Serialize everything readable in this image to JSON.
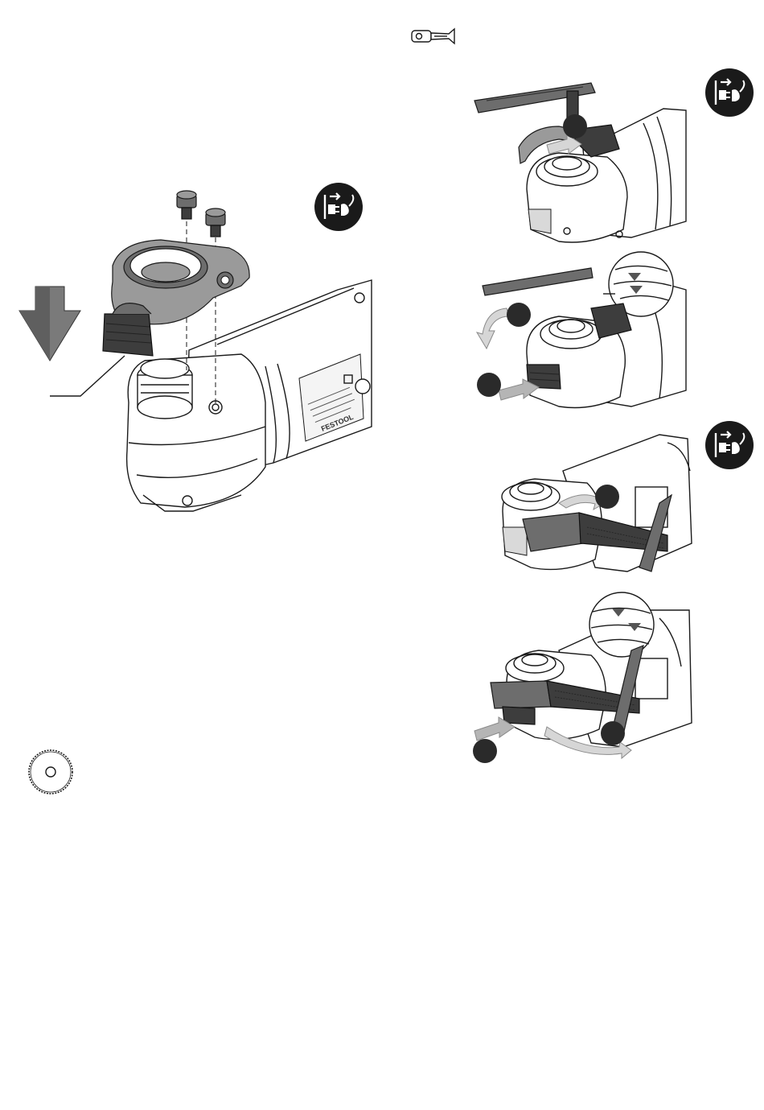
{
  "page": {
    "title": "",
    "tool_icon": "screwdriver-bit-icon",
    "unplug_icon": "unplug-mains-icon",
    "blade_icon": "saw-blade-icon"
  },
  "figures": {
    "main": {
      "name": "guard-mounting-with-screws",
      "brand": "FESTOOL"
    },
    "step_a": {
      "callout_1": "",
      "name": "remove-cover-with-lever"
    },
    "step_b": {
      "callout_1": "",
      "callout_2": "",
      "name": "press-release-and-rotate"
    },
    "step_c": {
      "callout_1": "",
      "name": "attach-cover-with-lever"
    },
    "step_d": {
      "callout_1": "",
      "callout_2": "",
      "name": "press-and-rotate-to-lock"
    }
  },
  "colors": {
    "ink": "#1a1a1a",
    "part": "#6d6d6d",
    "arrow": "#b5b5b5",
    "callout": "#2a2a2a"
  }
}
